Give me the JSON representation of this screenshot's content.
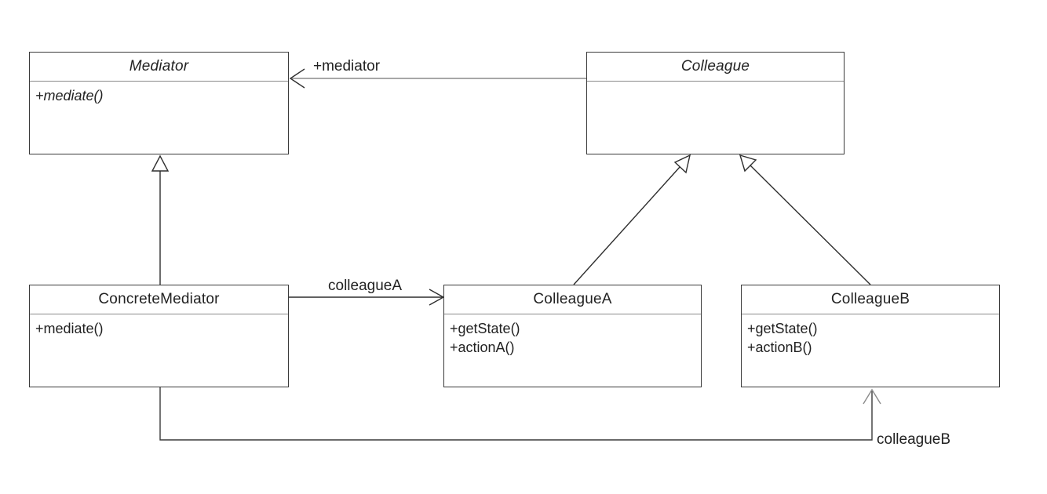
{
  "classes": {
    "mediator": {
      "name": "Mediator",
      "abstract": true,
      "operations": [
        "+mediate()"
      ]
    },
    "colleague": {
      "name": "Colleague",
      "abstract": true,
      "operations": []
    },
    "concrete_mediator": {
      "name": "ConcreteMediator",
      "abstract": false,
      "operations": [
        "+mediate()"
      ]
    },
    "colleague_a": {
      "name": "ColleagueA",
      "abstract": false,
      "operations": [
        "+getState()",
        "+actionA()"
      ]
    },
    "colleague_b": {
      "name": "ColleagueB",
      "abstract": false,
      "operations": [
        "+getState()",
        "+actionB()"
      ]
    }
  },
  "associations": {
    "colleague_to_mediator": "+mediator",
    "concrete_to_colleague_a": "colleagueA",
    "concrete_to_colleague_b": "colleagueB"
  }
}
